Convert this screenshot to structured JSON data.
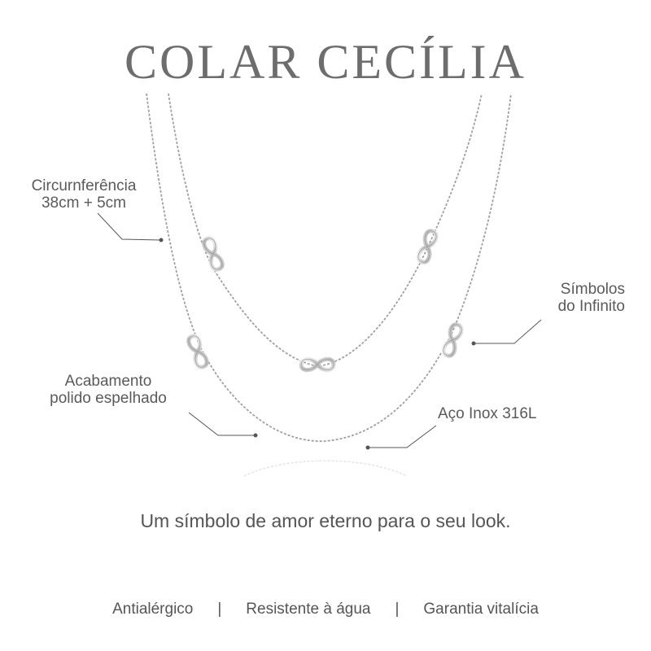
{
  "title": "COLAR CECÍLIA",
  "labels": {
    "circumference": [
      "Circurnferência",
      "38cm + 5cm"
    ],
    "symbols": [
      "Símbolos",
      "do Infinito"
    ],
    "finish": [
      "Acabamento",
      "polido espelhado"
    ],
    "material": [
      "Aço Inox 316L"
    ]
  },
  "tagline": "Um símbolo de amor eterno para o seu look.",
  "features": [
    "Antialérgico",
    "Resistente à água",
    "Garantia vitalícia"
  ],
  "separator": "|",
  "colors": {
    "text": "#555555",
    "title": "#6d6d6d",
    "chain": "#9a9a9a",
    "pendant": "#c8c8c8"
  }
}
